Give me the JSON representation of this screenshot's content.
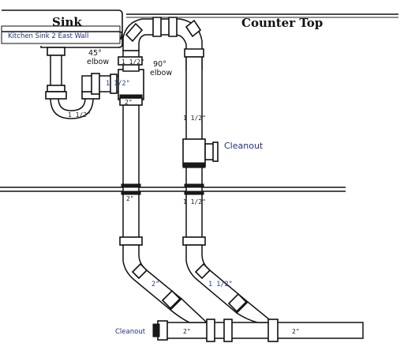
{
  "labels": {
    "sink": "Sink",
    "sink_subtitle": "Kitchen Sink 2 East Wall",
    "counter_top": "Counter Top",
    "elbow_45_line1": "45°",
    "elbow_45_line2": "elbow",
    "elbow_90_line1": "90°",
    "elbow_90_line2": "elbow",
    "cleanout_right": "Cleanout",
    "cleanout_bottom": "Cleanout"
  },
  "pipe_sizes": {
    "elbow_top": "1 1/2\"",
    "trap_arm": "1 1/2\"",
    "p_trap": "1 1/2\"",
    "left_upper": "2\"",
    "left_lower": "2\"",
    "left_diagonal": "2\"",
    "right_upper": "1 1/2\"",
    "right_lower": "1 1/2\"",
    "right_diagonal": "1 1/2\"",
    "bottom_left": "2\"",
    "bottom_right": "2\""
  }
}
